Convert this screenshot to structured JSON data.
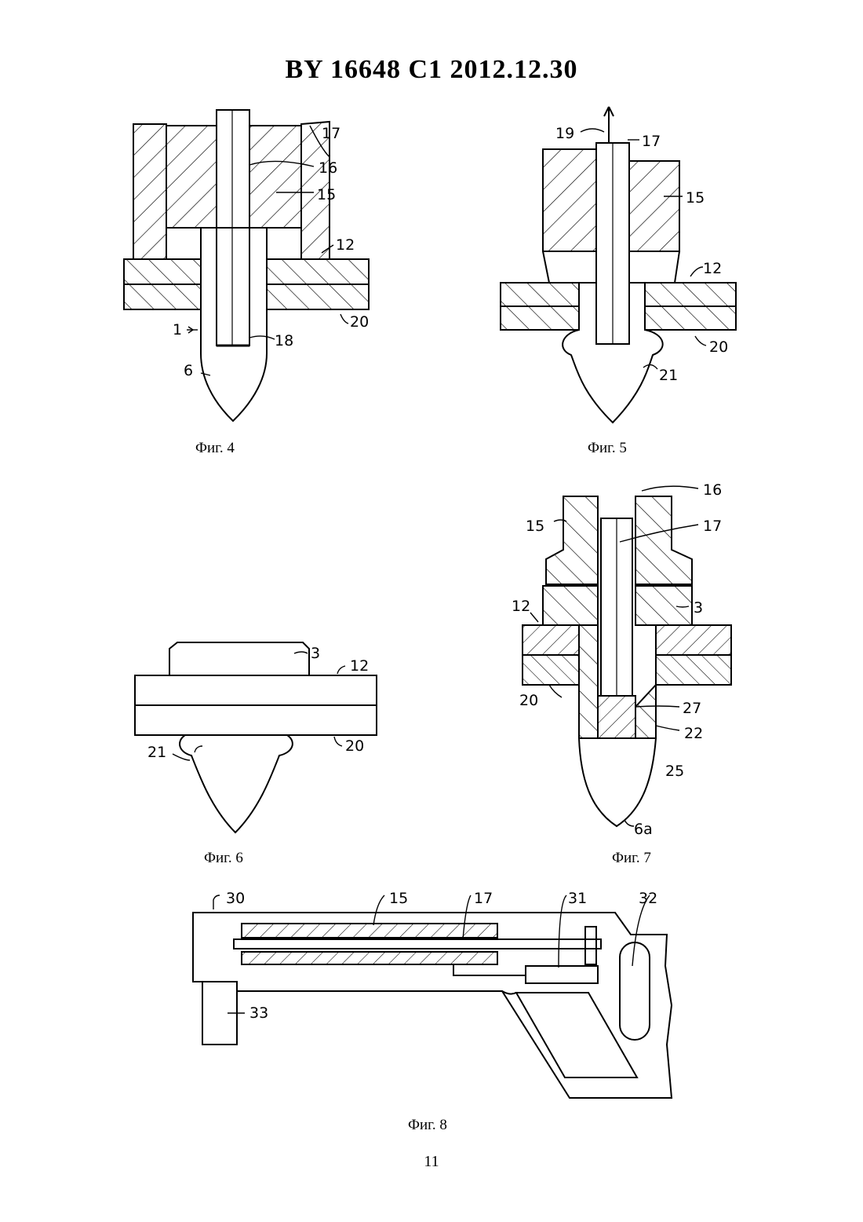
{
  "header": {
    "title": "BY  16648  C1  2012.12.30"
  },
  "figures": [
    {
      "caption": "Фиг. 4",
      "refs": [
        "17",
        "16",
        "15",
        "12",
        "20",
        "1",
        "18",
        "6"
      ]
    },
    {
      "caption": "Фиг. 5",
      "refs": [
        "19",
        "17",
        "15",
        "12",
        "20",
        "21"
      ]
    },
    {
      "caption": "Фиг. 6",
      "refs": [
        "3",
        "12",
        "21",
        "20"
      ]
    },
    {
      "caption": "Фиг. 7",
      "refs": [
        "16",
        "15",
        "17",
        "12",
        "3",
        "20",
        "27",
        "22",
        "25",
        "6a"
      ]
    },
    {
      "caption": "Фиг. 8",
      "refs": [
        "30",
        "15",
        "17",
        "31",
        "32",
        "33"
      ]
    }
  ],
  "page_number": "11"
}
